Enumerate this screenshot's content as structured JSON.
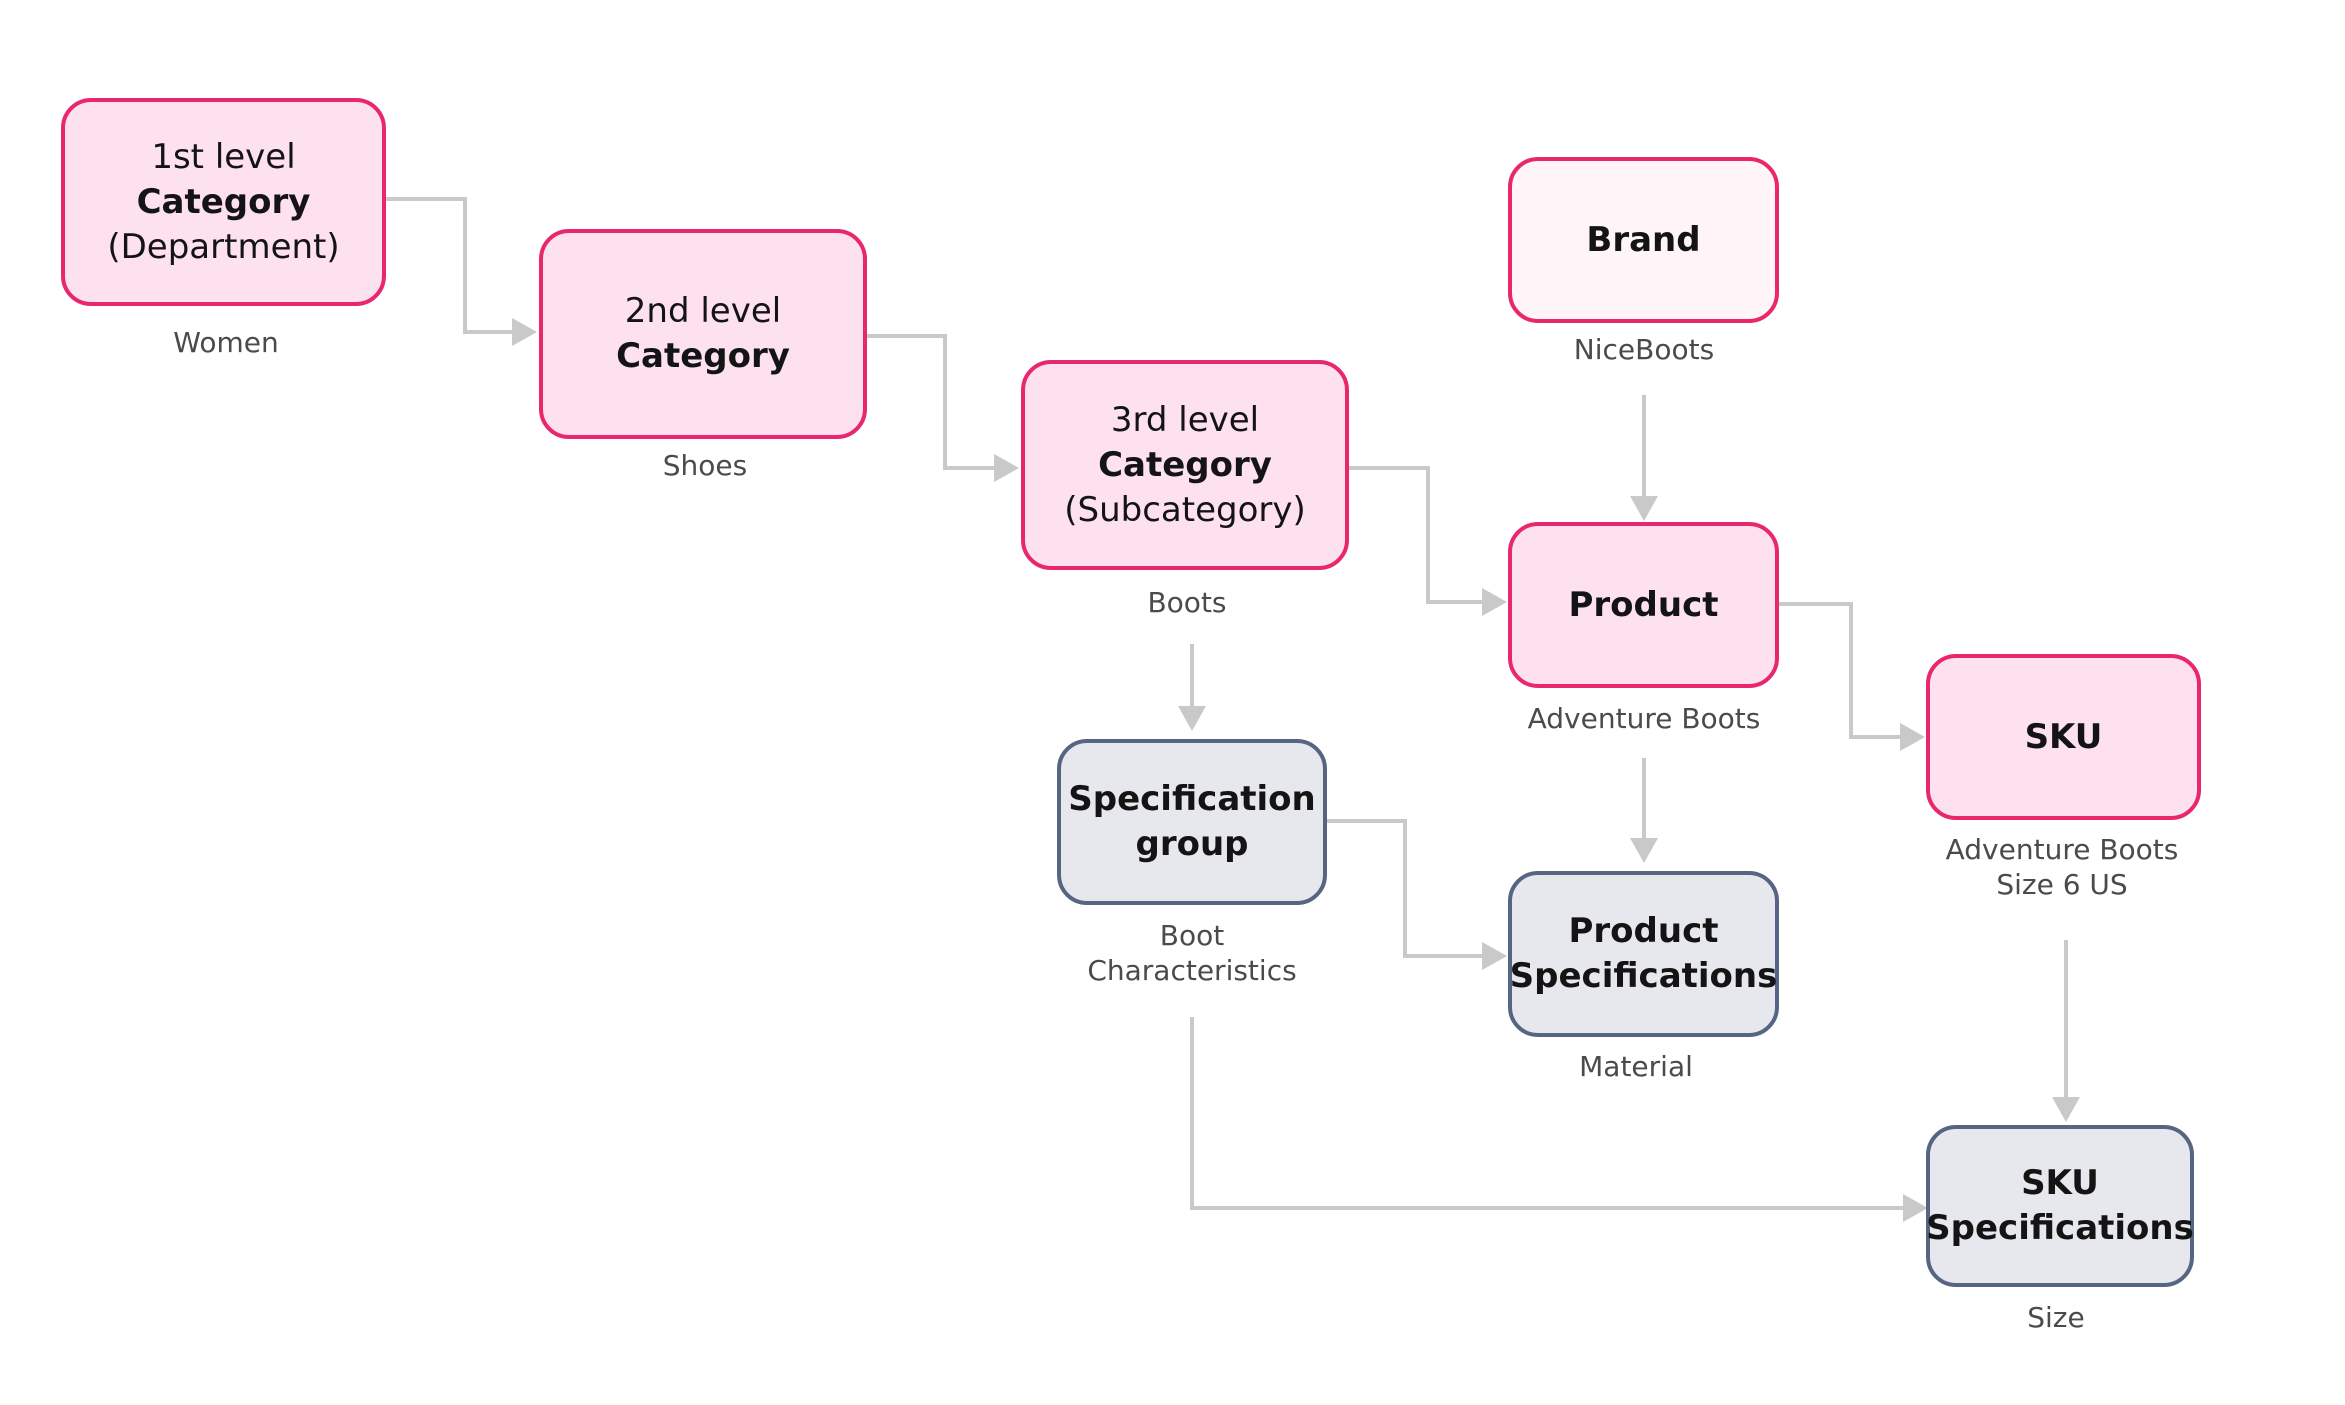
{
  "nodes": {
    "dept": {
      "line1": "1st level",
      "line2": "Category",
      "line3": "(Department)",
      "caption": "Women"
    },
    "cat2": {
      "line1": "2nd level",
      "line2": "Category",
      "caption": "Shoes"
    },
    "subcat": {
      "line1": "3rd level",
      "line2": "Category",
      "line3": "(Subcategory)",
      "caption": "Boots"
    },
    "brand": {
      "label": "Brand",
      "caption": "NiceBoots"
    },
    "product": {
      "label": "Product",
      "caption": "Adventure Boots"
    },
    "sku": {
      "label": "SKU",
      "caption_line1": "Adventure Boots",
      "caption_line2": "Size 6 US"
    },
    "spec_group": {
      "line1": "Specification",
      "line2": "group",
      "caption_line1": "Boot",
      "caption_line2": "Characteristics"
    },
    "product_spec": {
      "line1": "Product",
      "line2": "Specifications",
      "caption": "Material"
    },
    "sku_spec": {
      "line1": "SKU",
      "line2": "Specifications",
      "caption": "Size"
    }
  },
  "edges": [
    {
      "from": "1st level Category (Department)",
      "to": "2nd level Category"
    },
    {
      "from": "2nd level Category",
      "to": "3rd level Category (Subcategory)"
    },
    {
      "from": "3rd level Category (Subcategory)",
      "to": "Product"
    },
    {
      "from": "3rd level Category (Subcategory)",
      "to": "Specification group"
    },
    {
      "from": "Brand",
      "to": "Product"
    },
    {
      "from": "Product",
      "to": "SKU"
    },
    {
      "from": "Product",
      "to": "Product Specifications"
    },
    {
      "from": "Specification group",
      "to": "Product Specifications"
    },
    {
      "from": "Specification group",
      "to": "SKU Specifications"
    },
    {
      "from": "SKU",
      "to": "SKU Specifications"
    }
  ],
  "colors": {
    "category_fill": "#fde1ee",
    "brand_fill": "#fff4f7",
    "pink_border": "#e8276d",
    "spec_fill": "#e6e8ee",
    "spec_border": "#566682",
    "arrow": "#c9c9c9"
  }
}
